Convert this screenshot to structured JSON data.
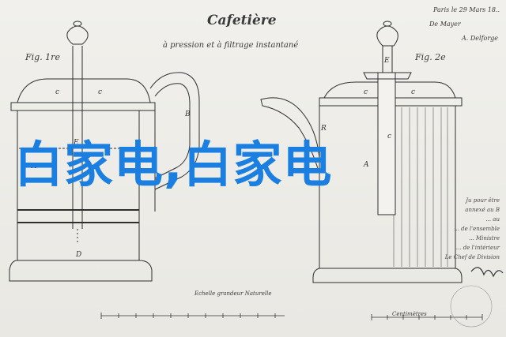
{
  "header": {
    "title": "Cafetière",
    "subtitle": "à pression et à filtrage instantané",
    "fig_left": "Fig. 1re",
    "fig_right": "Fig. 2e"
  },
  "dateline": {
    "line1": "Paris le 29 Mars 18..",
    "line2": "De Mayer",
    "line3": "A. Delforge"
  },
  "letters": {
    "c_left_1": "c",
    "c_left_2": "c",
    "b": "B",
    "e_left": "E",
    "a_left": "A",
    "d": "D",
    "e_right": "E",
    "r": "R",
    "c_right_1": "c",
    "c_right_2": "c",
    "a_right": "A",
    "c_right_3": "c"
  },
  "side_notes": [
    "Ju pour être",
    "annexé au B",
    "... au",
    "... de l'ensemble",
    "... Ministre",
    "... de l'intérieur",
    "Le Chef de Division"
  ],
  "scale": {
    "left_label": "Echelle grandeur Naturelle",
    "right_label": "Centimètres"
  },
  "overlay_text": "白家电,白家电"
}
